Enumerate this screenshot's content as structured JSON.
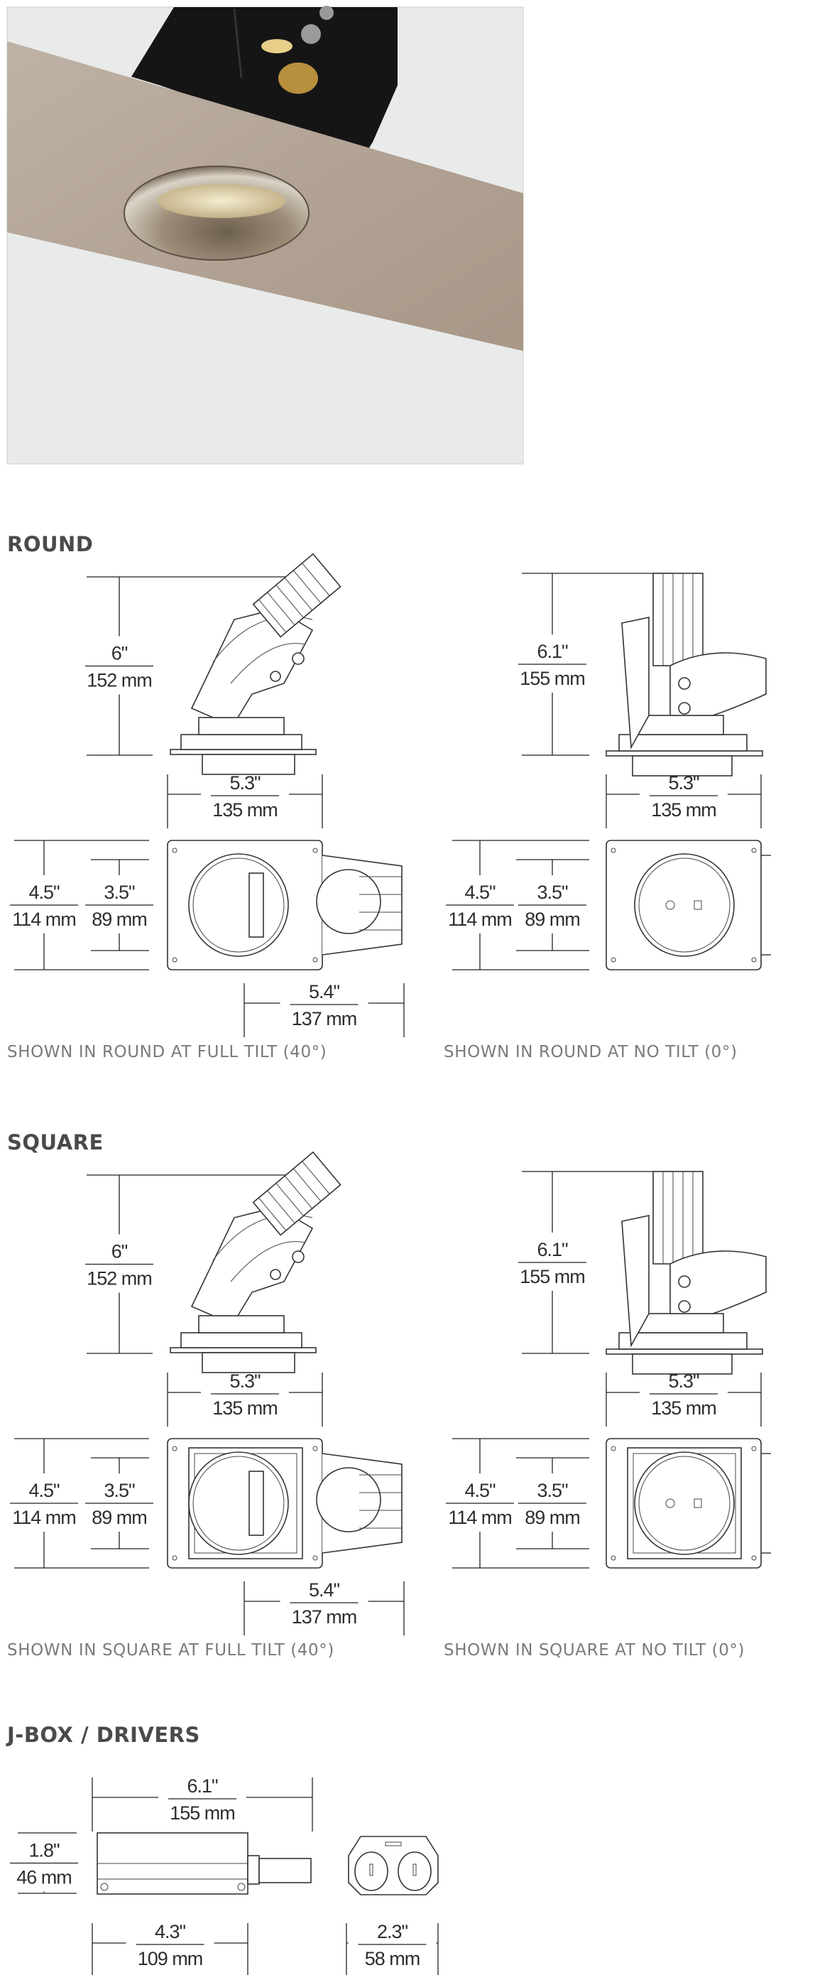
{
  "photo": {
    "alt_subject": "recessed-adjustable-downlight-photo",
    "colors": {
      "background": "#e9ebea",
      "plank": "#b3a496",
      "fixture": "#151515",
      "trim": "#8a7a66"
    }
  },
  "sections": {
    "round": {
      "heading": "ROUND",
      "full_tilt": {
        "height": {
          "in": "6\"",
          "mm": "152 mm"
        },
        "width": {
          "in": "5.3\"",
          "mm": "135 mm"
        },
        "plate_outer": {
          "in": "4.5\"",
          "mm": "114 mm"
        },
        "plate_inner": {
          "in": "3.5\"",
          "mm": "89 mm"
        },
        "depth": {
          "in": "5.4\"",
          "mm": "137 mm"
        },
        "caption": "SHOWN IN ROUND AT FULL TILT (40°)"
      },
      "no_tilt": {
        "height": {
          "in": "6.1\"",
          "mm": "155 mm"
        },
        "width": {
          "in": "5.3\"",
          "mm": "135 mm"
        },
        "plate_outer": {
          "in": "4.5\"",
          "mm": "114 mm"
        },
        "plate_inner": {
          "in": "3.5\"",
          "mm": "89 mm"
        },
        "caption": "SHOWN IN ROUND AT NO TILT (0°)"
      }
    },
    "square": {
      "heading": "SQUARE",
      "full_tilt": {
        "height": {
          "in": "6\"",
          "mm": "152 mm"
        },
        "width": {
          "in": "5.3\"",
          "mm": "135 mm"
        },
        "plate_outer": {
          "in": "4.5\"",
          "mm": "114 mm"
        },
        "plate_inner": {
          "in": "3.5\"",
          "mm": "89 mm"
        },
        "depth": {
          "in": "5.4\"",
          "mm": "137 mm"
        },
        "caption": "SHOWN IN SQUARE AT FULL TILT (40°)"
      },
      "no_tilt": {
        "height": {
          "in": "6.1\"",
          "mm": "155 mm"
        },
        "width": {
          "in": "5.3\"",
          "mm": "135 mm"
        },
        "plate_outer": {
          "in": "4.5\"",
          "mm": "114 mm"
        },
        "plate_inner": {
          "in": "3.5\"",
          "mm": "89 mm"
        },
        "caption": "SHOWN IN SQUARE AT NO TILT (0°)"
      }
    },
    "jbox": {
      "heading": "J-BOX / DRIVERS",
      "length": {
        "in": "6.1\"",
        "mm": "155 mm"
      },
      "height": {
        "in": "1.8\"",
        "mm": "46 mm"
      },
      "body_length": {
        "in": "4.3\"",
        "mm": "109 mm"
      },
      "end_width": {
        "in": "2.3\"",
        "mm": "58 mm"
      }
    }
  }
}
